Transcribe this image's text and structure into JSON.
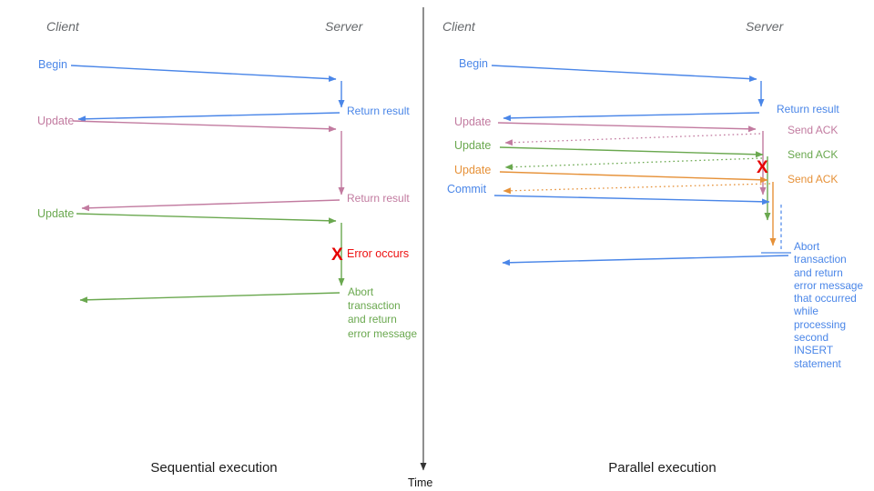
{
  "left": {
    "title": "Sequential execution",
    "client_header": "Client",
    "server_header": "Server",
    "begin": "Begin",
    "return_result_1": "Return result",
    "update_1": "Update",
    "return_result_2": "Return result",
    "update_2": "Update",
    "error_mark": "X",
    "error_label": "Error occurs",
    "abort_message": "Abort\ntransaction\nand return\nerror message"
  },
  "right": {
    "title": "Parallel execution",
    "client_header": "Client",
    "server_header": "Server",
    "begin": "Begin",
    "return_result": "Return result",
    "update_1": "Update",
    "send_ack_1": "Send ACK",
    "update_2": "Update",
    "send_ack_2": "Send ACK",
    "update_3": "Update",
    "send_ack_3": "Send ACK",
    "commit": "Commit",
    "error_mark": "X",
    "abort_message": "Abort\ntransaction\nand return\nerror message\nthat occurred\nwhile\nprocessing\nsecond\nINSERT\nstatement"
  },
  "time_axis": {
    "label": "Time"
  },
  "colors": {
    "blue": "#4a86e8",
    "pink": "#c27ba0",
    "green": "#6aa84f",
    "orange": "#e69138",
    "red": "#e60000",
    "header_gray": "#66696c",
    "title_black": "#1c1c1c"
  }
}
